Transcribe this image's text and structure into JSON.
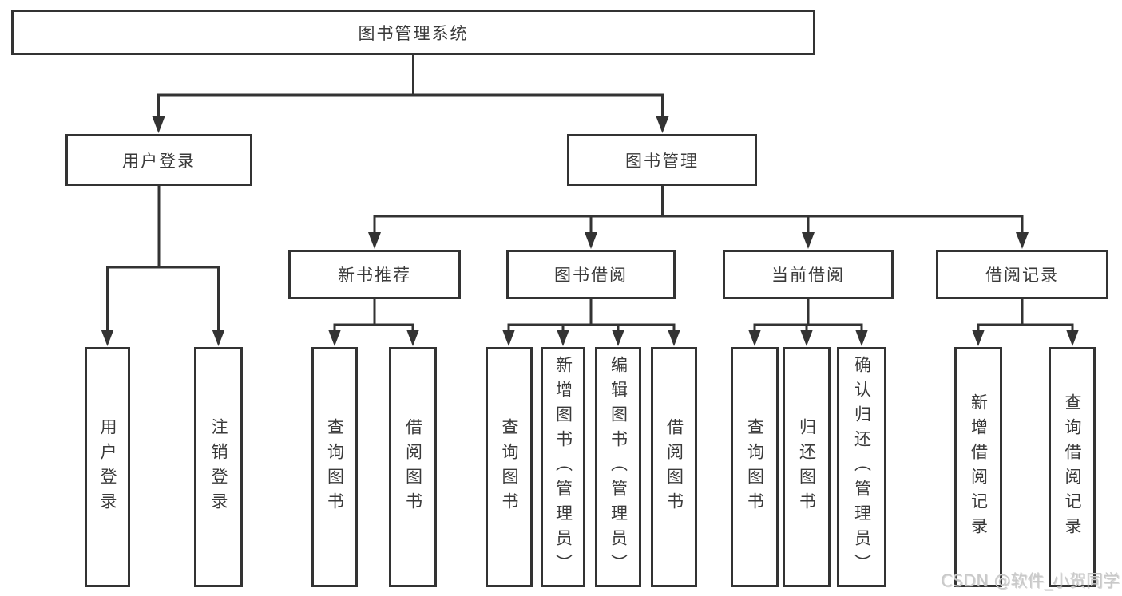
{
  "diagram": {
    "tree": {
      "label": "图书管理系统",
      "children": [
        {
          "label": "用户登录",
          "children": [
            {
              "label": "用户登录"
            },
            {
              "label": "注销登录"
            }
          ]
        },
        {
          "label": "图书管理",
          "children": [
            {
              "label": "新书推荐",
              "children": [
                {
                  "label": "查询图书"
                },
                {
                  "label": "借阅图书"
                }
              ]
            },
            {
              "label": "图书借阅",
              "children": [
                {
                  "label": "查询图书"
                },
                {
                  "label": "新增图书（管理员）"
                },
                {
                  "label": "编辑图书（管理员）"
                },
                {
                  "label": "借阅图书"
                }
              ]
            },
            {
              "label": "当前借阅",
              "children": [
                {
                  "label": "查询图书"
                },
                {
                  "label": "归还图书"
                },
                {
                  "label": "确认归还（管理员）"
                }
              ]
            },
            {
              "label": "借阅记录",
              "children": [
                {
                  "label": "新增借阅记录"
                },
                {
                  "label": "查询借阅记录"
                }
              ]
            }
          ]
        }
      ]
    }
  },
  "watermark": "CSDN @软件_小贺同学",
  "colors": {
    "line": "#333333",
    "text": "#3a3a3a",
    "background": "#ffffff",
    "watermark": "#c9c9c9"
  }
}
